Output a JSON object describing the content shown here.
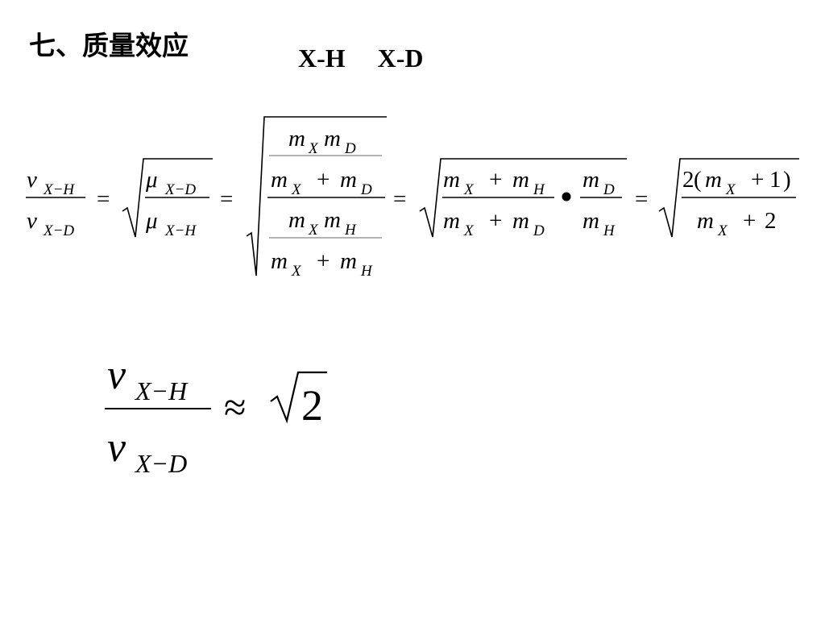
{
  "slide": {
    "title": "七、质量效应",
    "labels": [
      "X-H",
      "X-D"
    ]
  },
  "symbols": {
    "nu": "ν",
    "mu": "μ",
    "m": "m",
    "plus": "+",
    "minus": "−",
    "equals": "=",
    "approx": "≈",
    "bullet": "•",
    "two": "2",
    "one": "1",
    "lparen": "(",
    "rparen": ")"
  },
  "subscripts": {
    "XH": "X−H",
    "XD": "X−D",
    "X": "X",
    "D": "D",
    "H": "H"
  },
  "result": {
    "radicand": "2"
  }
}
